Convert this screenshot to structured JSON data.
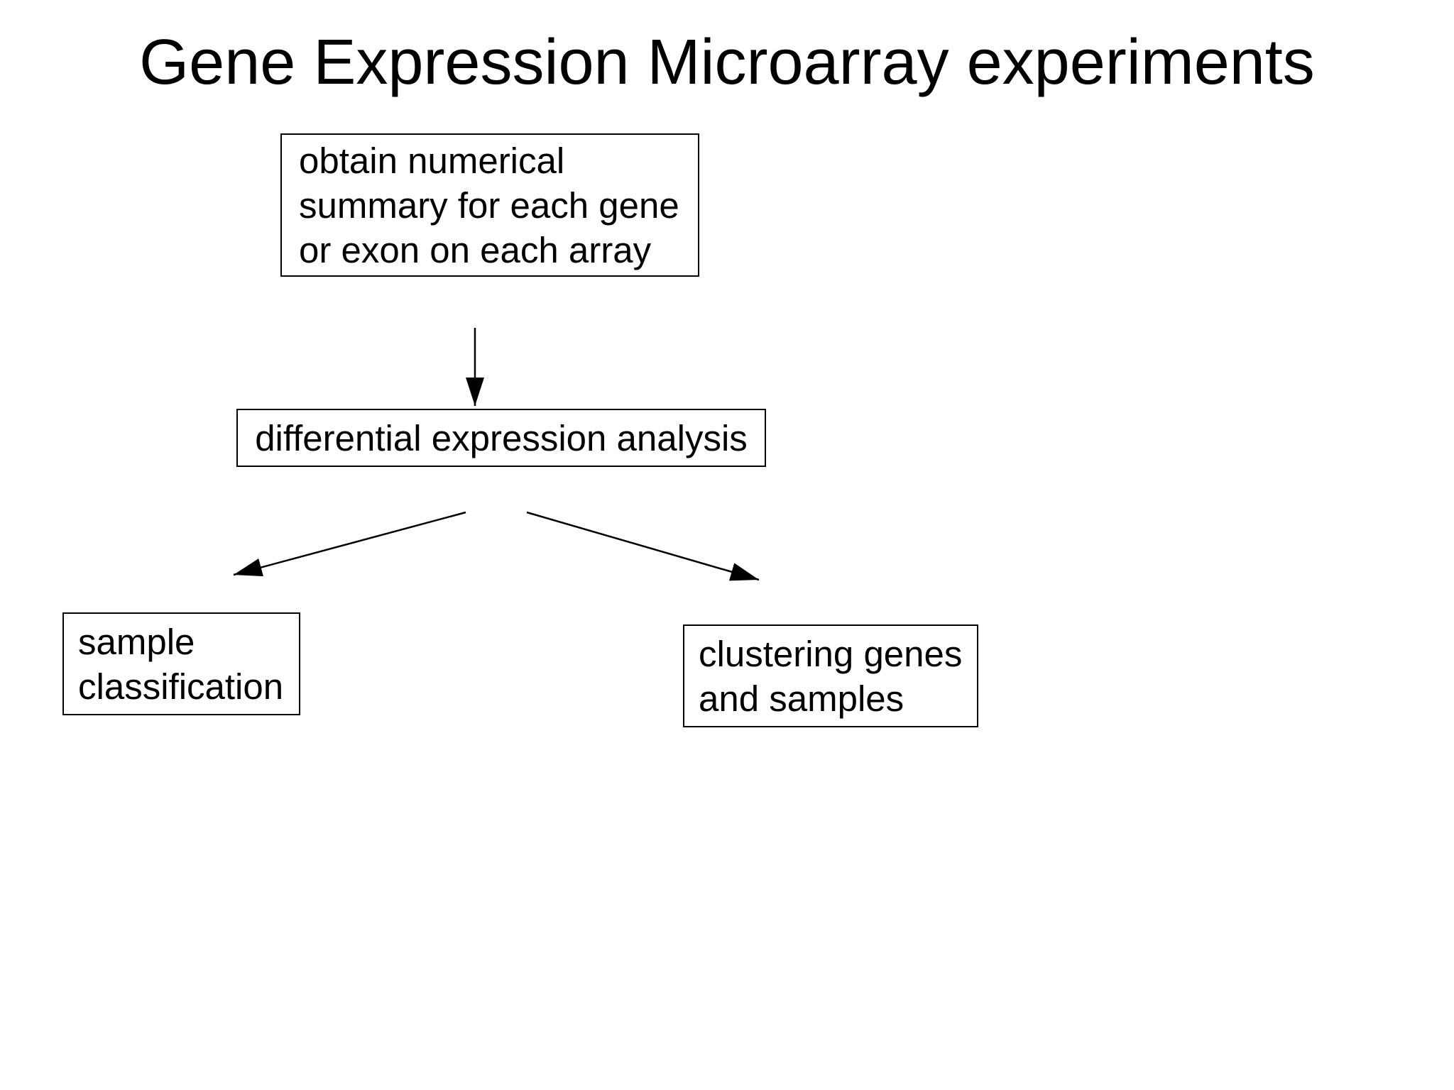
{
  "slide": {
    "title": "Gene Expression Microarray experiments",
    "colors": {
      "background": "#ffffff",
      "ink": "#000000"
    },
    "nodes": {
      "obtain_summary": {
        "lines": [
          "obtain numerical",
          "summary for each gene",
          "or exon on each array"
        ]
      },
      "diff_expr": {
        "lines": [
          "differential expression analysis"
        ]
      },
      "sample_class": {
        "lines": [
          "sample",
          "classification"
        ]
      },
      "clustering": {
        "lines": [
          "clustering genes",
          "and samples"
        ]
      }
    },
    "arrows": [
      {
        "name": "summary-to-differential"
      },
      {
        "name": "differential-to-sample-classification"
      },
      {
        "name": "differential-to-clustering"
      }
    ]
  }
}
